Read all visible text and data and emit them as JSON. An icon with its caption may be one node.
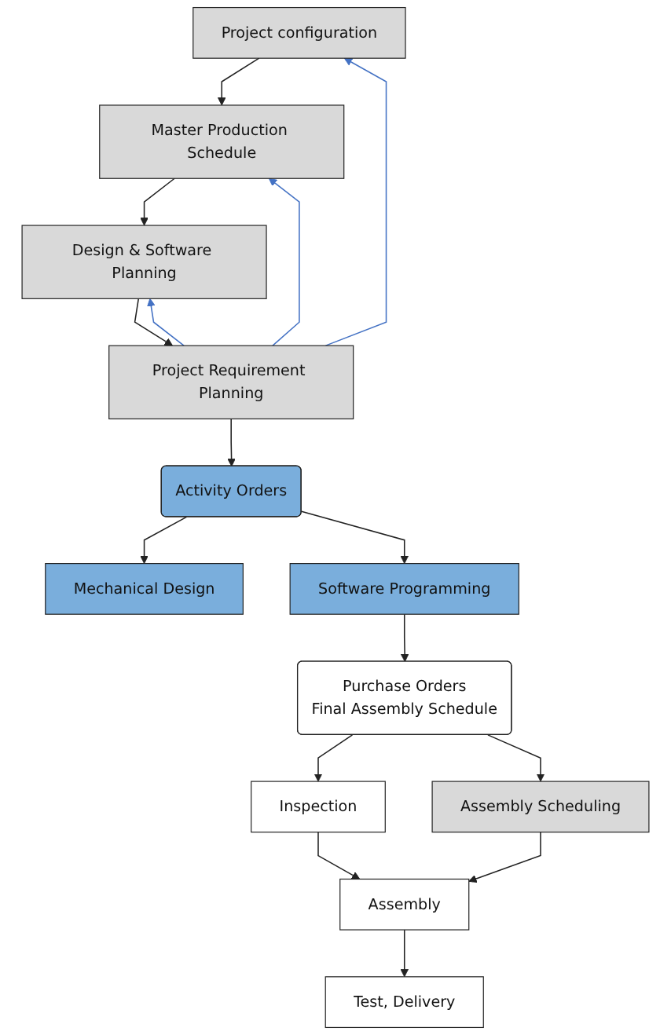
{
  "diagram": {
    "nodes": [
      {
        "text": [
          "Project configuration"
        ]
      },
      {
        "text": [
          "Master Production Schedule"
        ]
      },
      {
        "text": [
          "Design & Software Planning"
        ]
      },
      {
        "text": [
          "Project Requirement Planning"
        ]
      },
      {
        "text": [
          "Activity Orders"
        ]
      },
      {
        "text": [
          "Mechanical Design"
        ]
      },
      {
        "text": [
          "Software Programming"
        ]
      },
      {
        "text": [
          "Purchase Orders",
          "Final Assembly Schedule"
        ]
      },
      {
        "text": [
          "Assembly Scheduling"
        ]
      },
      {
        "text": [
          "Inspection"
        ]
      },
      {
        "text": [
          "Assembly"
        ]
      },
      {
        "text": [
          "Test, Delivery"
        ]
      }
    ],
    "edges": [
      {
        "from": 0,
        "to": 1,
        "arrow": "to"
      },
      {
        "from": 1,
        "to": 2,
        "arrow": "to"
      },
      {
        "from": 2,
        "to": 3,
        "arrow": "to"
      },
      {
        "from": 3,
        "to": 0,
        "arrow": "to",
        "color": "#4472c4"
      },
      {
        "from": 3,
        "to": 1,
        "arrow": "to",
        "color": "#4472c4"
      },
      {
        "from": 3,
        "to": 2,
        "arrow": "to",
        "color": "#4472c4"
      },
      {
        "from": 3,
        "to": 4,
        "arrow": "to"
      },
      {
        "from": 4,
        "to": 5,
        "arrow": "to"
      },
      {
        "from": 4,
        "to": 6,
        "arrow": "to"
      },
      {
        "from": 6,
        "to": 7,
        "arrow": "to"
      },
      {
        "from": 7,
        "to": 9,
        "arrow": "to"
      },
      {
        "from": 7,
        "to": 8,
        "arrow": "to"
      },
      {
        "from": 8,
        "to": 10,
        "arrow": "to"
      },
      {
        "from": 9,
        "to": 10,
        "arrow": "to"
      },
      {
        "from": 10,
        "to": 11,
        "arrow": "to"
      }
    ]
  }
}
